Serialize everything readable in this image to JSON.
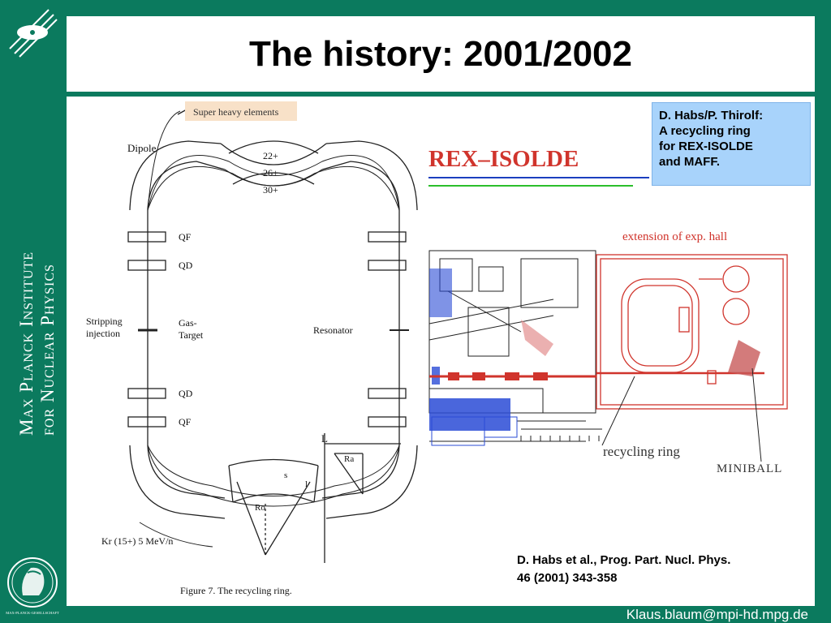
{
  "slide": {
    "title": "The history: 2001/2002",
    "footer_email": "Klaus.blaum@mpi-hd.mpg.de"
  },
  "sidebar": {
    "institute_line1": "Max Planck Institute",
    "institute_line2": "for Nuclear Physics",
    "logo_caption": "MAX-PLANCK-GESELLSCHAFT"
  },
  "reference_box": {
    "lines": [
      "D. Habs/P. Thirolf:",
      "A recycling ring",
      "for REX-ISOLDE",
      "and MAFF."
    ]
  },
  "citation": {
    "lines": [
      "D. Habs et al., Prog. Part. Nucl. Phys.",
      "46 (2001) 343-358"
    ]
  },
  "ring_figure": {
    "super_heavy_label": "Super heavy elements",
    "dipole": "Dipole",
    "charge_22": "22+",
    "charge_26": "26+",
    "charge_30": "30+",
    "qf_top": "QF",
    "qd_top": "QD",
    "stripping_line1": "Stripping",
    "stripping_line2": "injection",
    "gas_line1": "Gas-",
    "gas_line2": "Target",
    "resonator": "Resonator",
    "qd_bottom": "QD",
    "qf_bottom": "QF",
    "label_L": "L",
    "label_Ra": "Ra",
    "label_s": "s",
    "label_l": "l",
    "label_Ro": "Ro",
    "beam": "Kr (15+)  5 MeV/n",
    "caption": "Figure 7.  The recycling ring."
  },
  "hall_figure": {
    "rex_isolde": "REX–ISOLDE",
    "extension": "extension of exp. hall",
    "recycling_ring": "recycling ring",
    "miniball": "MINIBALL"
  }
}
